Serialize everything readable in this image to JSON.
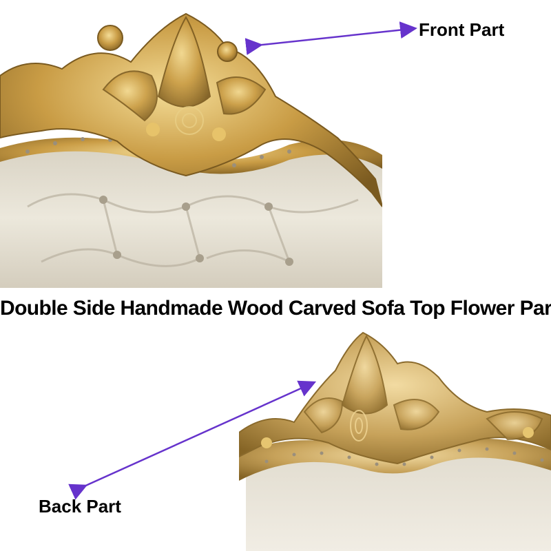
{
  "caption": "Double Side Handmade Wood Carved Sofa Top Flower Part",
  "labels": {
    "front": "Front Part",
    "back": "Back Part"
  },
  "colors": {
    "arrow": "#6633cc",
    "gold": "#c9a24a",
    "leather": "#e9e4d6"
  },
  "images": {
    "front": "photo of carved gold crest on tufted cream leather sofa back (front side)",
    "back": "photo of carved gold crest on cream leather sofa back (back side)"
  }
}
